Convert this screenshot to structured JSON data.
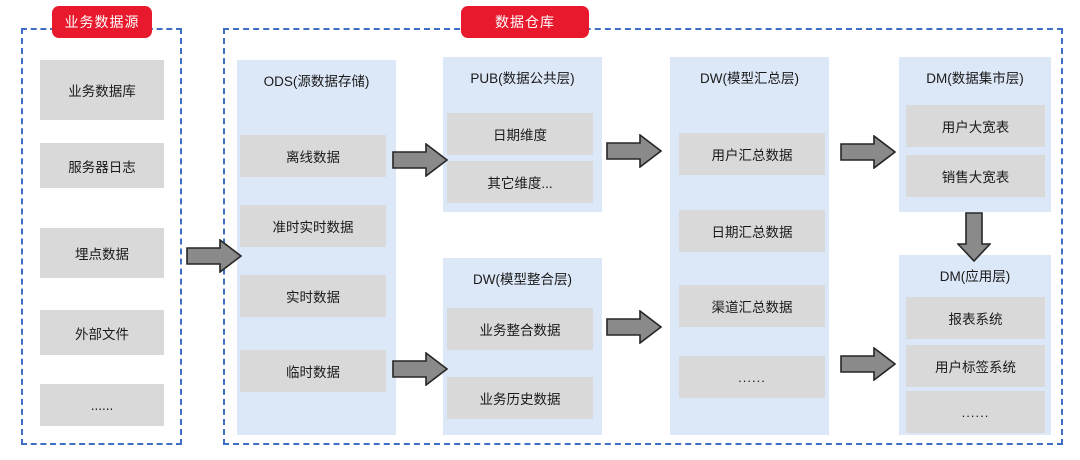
{
  "diagram": {
    "title_hidden": "",
    "colors": {
      "badge_red": "#e8192c",
      "panel_blue": "#dce8f8",
      "item_grey": "#d9d9d9",
      "frame_dashed_blue": "#3f6fc4",
      "arrow_grey": "#808080",
      "arrow_outline": "#262626",
      "text": "#1a1a1a"
    },
    "groups": [
      {
        "id": "source",
        "badge": "业务数据源"
      },
      {
        "id": "warehouse",
        "badge": "数据仓库"
      }
    ],
    "source_items": [
      {
        "label": "业务数据库"
      },
      {
        "label": "服务器日志"
      },
      {
        "label": "埋点数据"
      },
      {
        "label": "外部文件"
      },
      {
        "label": "......"
      }
    ],
    "panels": [
      {
        "id": "ods",
        "title": "ODS(源数据存储)",
        "items": [
          {
            "label": "离线数据"
          },
          {
            "label": "准时实时数据"
          },
          {
            "label": "实时数据"
          },
          {
            "label": "临时数据"
          }
        ]
      },
      {
        "id": "pub",
        "title": "PUB(数据公共层)",
        "items": [
          {
            "label": "日期维度"
          },
          {
            "label": "其它维度..."
          }
        ]
      },
      {
        "id": "dw-integration",
        "title": "DW(模型整合层)",
        "items": [
          {
            "label": "业务整合数据"
          },
          {
            "label": "业务历史数据"
          }
        ]
      },
      {
        "id": "dw-summary",
        "title": "DW(模型汇总层)",
        "items": [
          {
            "label": "用户汇总数据"
          },
          {
            "label": "日期汇总数据"
          },
          {
            "label": "渠道汇总数据"
          },
          {
            "label": "......"
          }
        ]
      },
      {
        "id": "dm-mart",
        "title": "DM(数据集市层)",
        "items": [
          {
            "label": "用户大宽表"
          },
          {
            "label": "销售大宽表"
          }
        ]
      },
      {
        "id": "dm-app",
        "title": "DM(应用层)",
        "items": [
          {
            "label": "报表系统"
          },
          {
            "label": "用户标签系统"
          },
          {
            "label": "......"
          }
        ]
      }
    ],
    "arrows": [
      {
        "id": "source-to-ods",
        "direction": "right"
      },
      {
        "id": "ods-to-pub",
        "direction": "right"
      },
      {
        "id": "ods-to-dw-integration",
        "direction": "right"
      },
      {
        "id": "pub-to-dw-summary",
        "direction": "right"
      },
      {
        "id": "dw-integration-to-dw-summary",
        "direction": "right"
      },
      {
        "id": "dw-summary-to-dm-mart",
        "direction": "right"
      },
      {
        "id": "dw-summary-to-dm-app",
        "direction": "right"
      },
      {
        "id": "dm-mart-to-dm-app",
        "direction": "down"
      }
    ]
  }
}
